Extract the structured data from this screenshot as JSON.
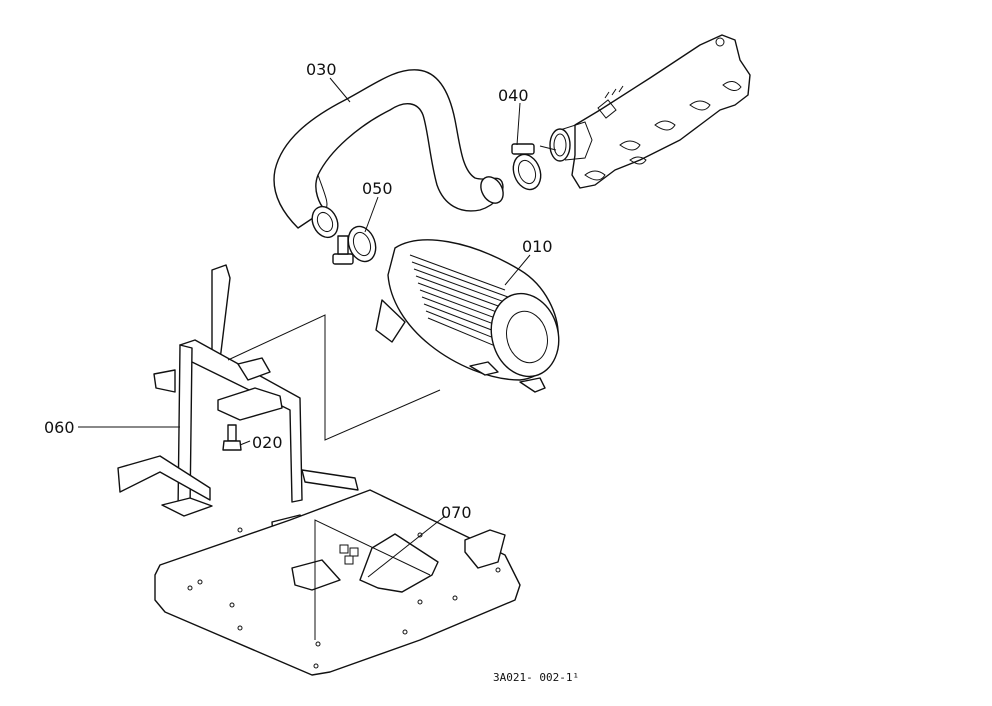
{
  "callouts": {
    "p010": "010",
    "p020": "020",
    "p030": "030",
    "p040": "040",
    "p050": "050",
    "p060": "060",
    "p070": "070"
  },
  "drawing_code": "3A021- 002-1¹"
}
